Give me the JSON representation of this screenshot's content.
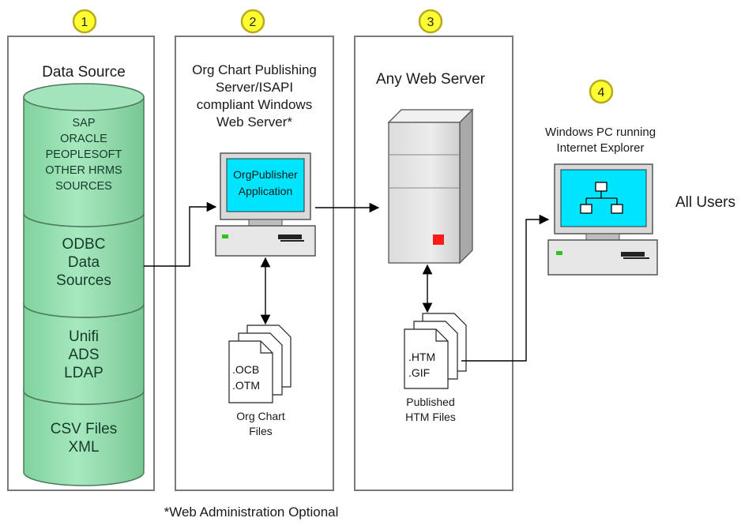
{
  "badges": [
    "1",
    "2",
    "3",
    "4"
  ],
  "data_source": {
    "title": "Data Source",
    "cylinders": [
      [
        "SAP",
        "ORACLE",
        "PEOPLESOFT",
        "OTHER HRMS",
        "SOURCES"
      ],
      [
        "ODBC",
        "Data",
        "Sources"
      ],
      [
        "Unifi",
        "ADS",
        "LDAP"
      ],
      [
        "CSV Files",
        "XML"
      ]
    ]
  },
  "publishing_server": {
    "title_lines": [
      "Org Chart Publishing",
      "Server/ISAPI",
      "compliant Windows",
      "Web Server*"
    ],
    "screen_lines": [
      "OrgPublisher",
      "Application"
    ],
    "files": [
      ".OCB",
      ".OTM"
    ],
    "files_caption": [
      "Org Chart",
      "Files"
    ]
  },
  "web_server": {
    "title": "Any Web Server",
    "files": [
      ".HTM",
      ".GIF"
    ],
    "files_caption": [
      "Published",
      "HTM Files"
    ]
  },
  "client": {
    "title_lines": [
      "Windows PC running",
      "Internet Explorer"
    ],
    "users_label": "All Users"
  },
  "footnote": "*Web Administration Optional",
  "colors": {
    "cylinder_fill": "#99e0b4",
    "cylinder_stroke": "#4b7a5c",
    "screen_fill": "#00e5ff",
    "badge_fill": "#ffff33",
    "led": "#31c020",
    "server_light": "#ff1a1a"
  }
}
